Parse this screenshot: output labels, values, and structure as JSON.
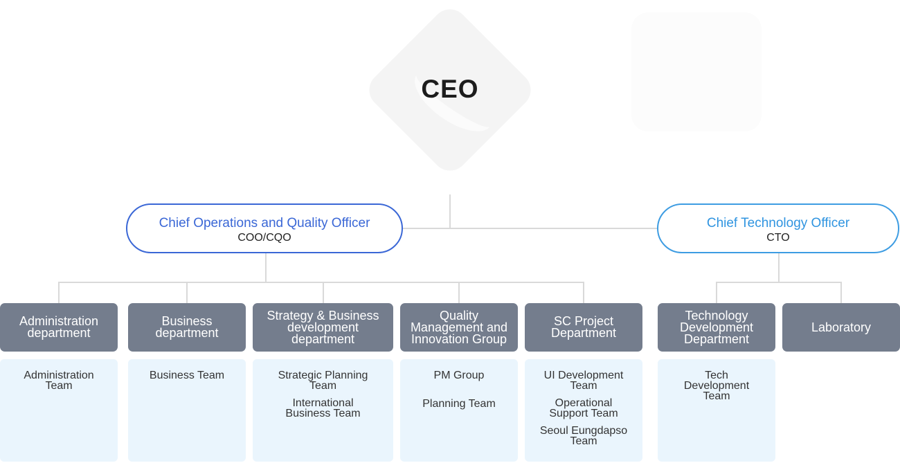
{
  "ceo": {
    "label": "CEO"
  },
  "officers": {
    "coo": {
      "title": "Chief Operations and Quality Officer",
      "abbr": "COO/CQO"
    },
    "cto": {
      "title": "Chief Technology Officer",
      "abbr": "CTO"
    }
  },
  "departments": [
    {
      "name": "Administration department",
      "teams": [
        "Administration Team"
      ]
    },
    {
      "name": "Business department",
      "teams": [
        "Business Team"
      ]
    },
    {
      "name": "Strategy & Business development department",
      "teams": [
        "Strategic Planning Team",
        "International Business Team"
      ]
    },
    {
      "name": "Quality Management and Innovation Group",
      "teams": [
        "PM Group",
        "Planning Team"
      ]
    },
    {
      "name": "SC Project Department",
      "teams": [
        "UI Development Team",
        "Operational Support Team",
        "Seoul Eungdapso Team"
      ]
    },
    {
      "name": "Technology Development Department",
      "teams": [
        "Tech Development Team"
      ]
    },
    {
      "name": "Laboratory",
      "teams": []
    }
  ],
  "colors": {
    "coo_accent": "#3a67d6",
    "cto_accent": "#2f94e0",
    "department_fill": "#747d8d",
    "team_fill": "#eaf5fd",
    "connector": "#d9d9d9"
  }
}
